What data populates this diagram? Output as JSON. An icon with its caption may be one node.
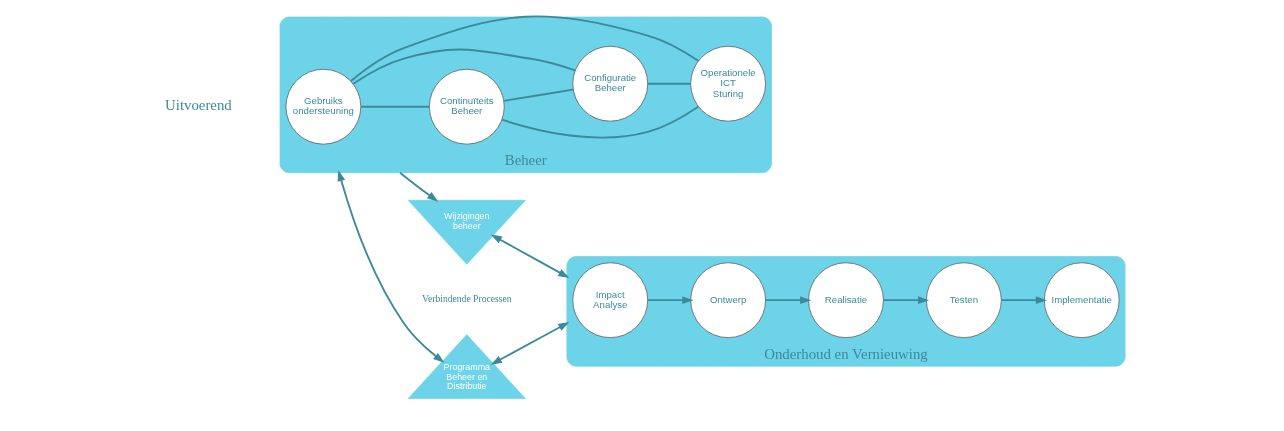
{
  "diagram": {
    "nodes": [
      {
        "text": [
          "Beheer"
        ]
      },
      {
        "text": [
          "Gebruiks ondersteuning"
        ],
        "in": 0
      },
      {
        "text": [
          "Continuïteits Beheer"
        ],
        "in": 0
      },
      {
        "text": [
          "Configuratie Beheer"
        ],
        "in": 0
      },
      {
        "text": [
          "Operationele ICT Sturing"
        ],
        "in": 0
      },
      {
        "text": [
          "Wijzigingen beheer"
        ]
      },
      {
        "text": [
          "Programma Beheer en Distributie"
        ]
      },
      {
        "text": [
          "Onderhoud en Vernieuwing"
        ]
      },
      {
        "text": [
          "Impact Analyse"
        ],
        "in": 7
      },
      {
        "text": [
          "Ontwerp"
        ],
        "in": 7
      },
      {
        "text": [
          "Realisatie"
        ],
        "in": 7
      },
      {
        "text": [
          "Testen"
        ],
        "in": 7
      },
      {
        "text": [
          "Implementatie"
        ],
        "in": 7
      }
    ],
    "edges": [
      {
        "from": 1,
        "to": 2,
        "arrow": "none"
      },
      {
        "from": 1,
        "to": 3,
        "arrow": "none"
      },
      {
        "from": 2,
        "to": 4,
        "arrow": "none"
      },
      {
        "from": 3,
        "to": 4,
        "arrow": "none"
      },
      {
        "from": 1,
        "to": 4,
        "arrow": "none"
      },
      {
        "from": 2,
        "to": 3,
        "arrow": "none"
      },
      {
        "from": 0,
        "to": 5,
        "arrow": "to"
      },
      {
        "from": 0,
        "to": 6,
        "arrow": "both"
      },
      {
        "from": 5,
        "to": 7,
        "arrow": "both"
      },
      {
        "from": 6,
        "to": 7,
        "arrow": "both"
      },
      {
        "from": 8,
        "to": 9,
        "arrow": "to"
      },
      {
        "from": 9,
        "to": 10,
        "arrow": "to"
      },
      {
        "from": 10,
        "to": 11,
        "arrow": "to"
      },
      {
        "from": 11,
        "to": 12,
        "arrow": "to"
      }
    ],
    "labels": [
      "Uitvoerend",
      "Verbindende Processen"
    ]
  }
}
